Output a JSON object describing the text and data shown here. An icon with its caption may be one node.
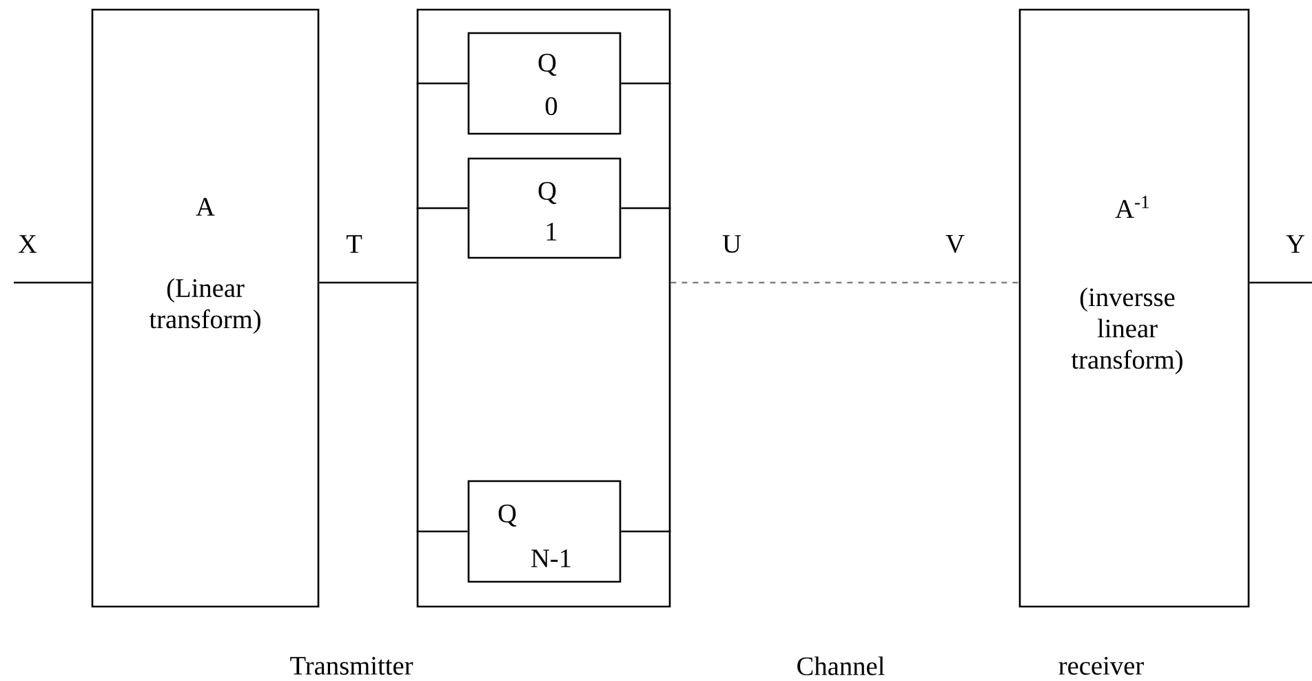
{
  "diagram": {
    "nodes": [
      {
        "text": [
          "A",
          "(Linear transform)"
        ]
      },
      {
        "text": [],
        "shape": "box"
      },
      {
        "text": [
          "Q",
          "0"
        ],
        "in": 1
      },
      {
        "text": [
          "Q",
          "1"
        ],
        "in": 1
      },
      {
        "text": [
          "Q",
          "N-1"
        ],
        "in": 1
      },
      {
        "text": [
          "A$^{-1}$",
          "(inversse linear transform)"
        ]
      }
    ],
    "edges": [
      {
        "from": null,
        "to": 0,
        "arrow": "none"
      },
      {
        "from": 0,
        "to": 1,
        "arrow": "none"
      },
      {
        "from": 1,
        "to": 2,
        "arrow": "none"
      },
      {
        "from": 2,
        "to": 1,
        "arrow": "none"
      },
      {
        "from": 1,
        "to": 3,
        "arrow": "none"
      },
      {
        "from": 3,
        "to": 1,
        "arrow": "none"
      },
      {
        "from": 1,
        "to": 4,
        "arrow": "none"
      },
      {
        "from": 4,
        "to": 1,
        "arrow": "none"
      },
      {
        "from": 1,
        "to": 5,
        "arrow": "none",
        "style": "dashed",
        "color": "#808080"
      },
      {
        "from": 5,
        "to": null,
        "arrow": "none"
      }
    ],
    "labels": [
      "X",
      "T",
      "U",
      "V",
      "Y",
      "Transmitter",
      "Channel",
      "receiver"
    ]
  }
}
